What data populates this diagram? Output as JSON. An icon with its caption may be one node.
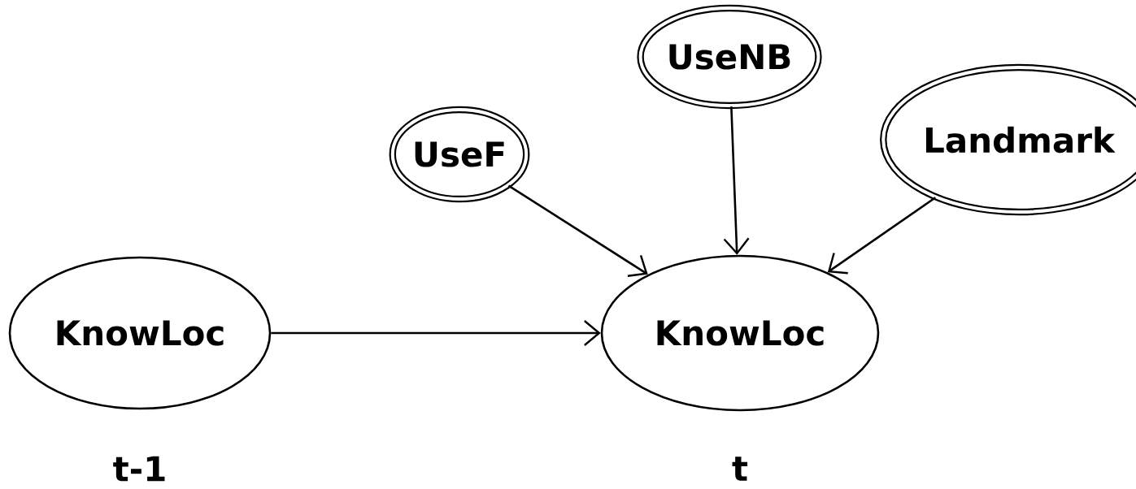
{
  "diagram": {
    "nodes": [
      {
        "text": [
          "UseF"
        ]
      },
      {
        "text": [
          "UseNB"
        ]
      },
      {
        "text": [
          "Landmark"
        ]
      },
      {
        "text": [
          "KnowLoc"
        ],
        "beside": [
          "t-1"
        ]
      },
      {
        "text": [
          "KnowLoc"
        ],
        "beside": [
          "t"
        ]
      }
    ],
    "edges": [
      {
        "from": 0,
        "to": 4,
        "arrow": "to"
      },
      {
        "from": 1,
        "to": 4,
        "arrow": "to"
      },
      {
        "from": 2,
        "to": 4,
        "arrow": "to"
      },
      {
        "from": 3,
        "to": 4,
        "arrow": "to"
      }
    ]
  }
}
